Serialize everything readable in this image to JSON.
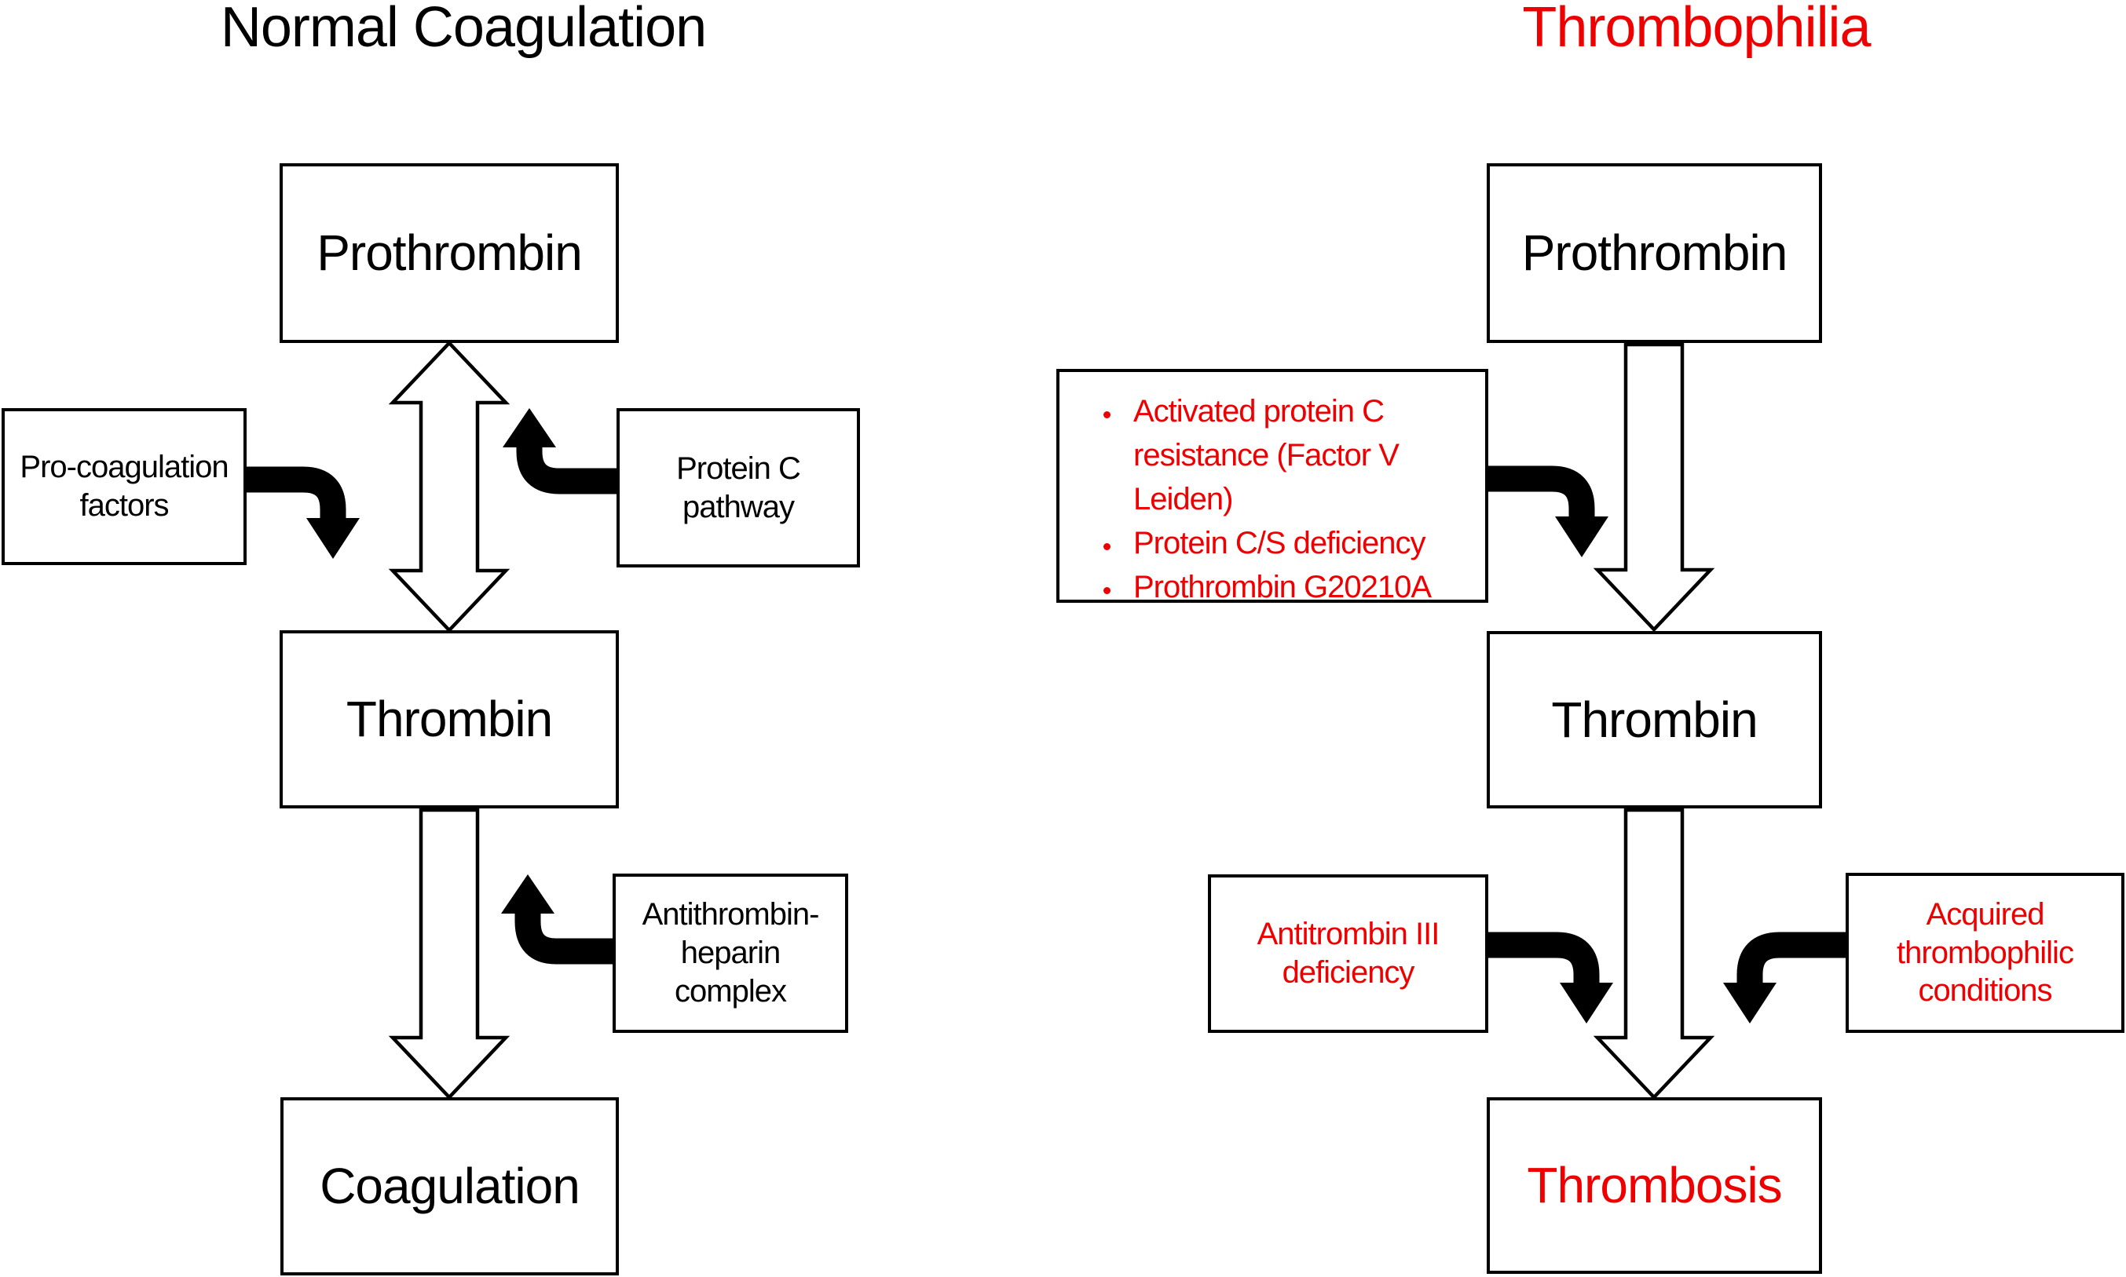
{
  "titles": {
    "left": "Normal Coagulation",
    "right": "Thrombophilia"
  },
  "colors": {
    "accent_red": "#ee0000",
    "line_black": "#000000",
    "background": "#ffffff"
  },
  "left_flow": {
    "prothrombin_label": "Prothrombin",
    "pro_coagulation_label": "Pro-coagulation factors",
    "protein_c_label": "Protein C pathway",
    "thrombin_label": "Thrombin",
    "antithrombin_label": "Antithrombin-heparin complex",
    "coagulation_label": "Coagulation"
  },
  "right_flow": {
    "prothrombin_label": "Prothrombin",
    "risk_box": {
      "items": [
        "Activated protein C resistance (Factor V Leiden)",
        "Protein C/S deficiency",
        "Prothrombin G20210A"
      ]
    },
    "thrombin_label": "Thrombin",
    "antitrombin_deficiency_label": "Antitrombin III deficiency",
    "acquired_conditions_label": "Acquired thrombophilic conditions",
    "thrombosis_label": "Thrombosis"
  }
}
